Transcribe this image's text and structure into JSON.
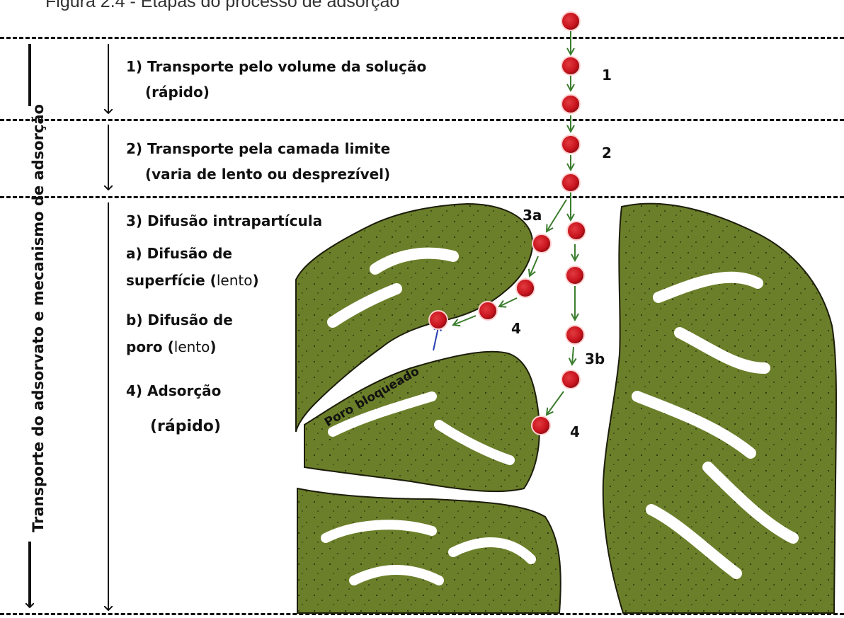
{
  "figure": {
    "caption": "Figura 2.4 - Etapas do processo de adsorção",
    "vertical_label": "Transporte do adsorvato e mecanismo de adsorção",
    "colors": {
      "particle": "#6b7f2a",
      "adsorbate": "#c8141e",
      "arrow": "#3b7d2e",
      "blocked_arrow": "#2a3fb0",
      "dash": "#111111"
    }
  },
  "steps": {
    "step1_line1": "1) Transporte pelo volume da solução",
    "step1_line2": "(rápido)",
    "step2_line1": "2) Transporte pela camada limite",
    "step2_line2": "(varia de lento ou desprezível)",
    "step3_title": "3) Difusão intrapartícula",
    "step3a_line1": "a) Difusão de",
    "step3a_line2": "superfície (",
    "step3a_speed": "lento",
    "step3a_close": ")",
    "step3b_line1": "b) Difusão de",
    "step3b_line2": "poro (",
    "step3b_speed": "lento",
    "step3b_close": ")",
    "step4_line1": "4) Adsorção",
    "step4_line2": "(rápido)"
  },
  "markers": {
    "m1": "1",
    "m2": "2",
    "m3a": "3a",
    "m3b": "3b",
    "m4a": "4",
    "m4b": "4",
    "blocked": "Poro bloqueado"
  }
}
